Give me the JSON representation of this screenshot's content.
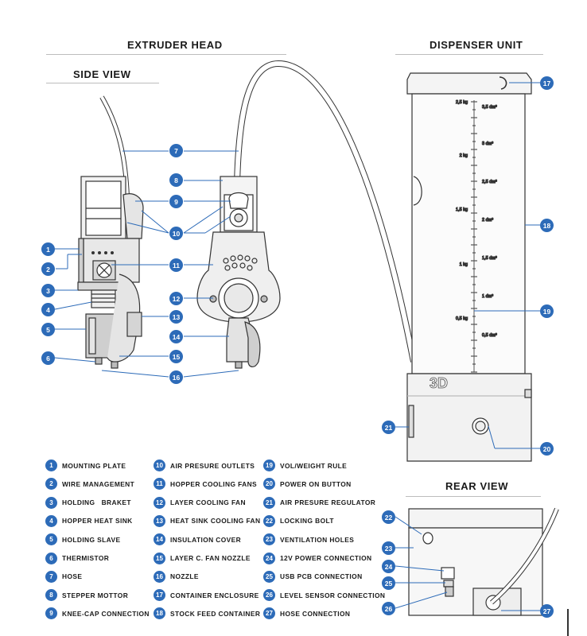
{
  "headers": {
    "extruder": "EXTRUDER HEAD",
    "side_view": "SIDE VIEW",
    "dispenser": "DISPENSER UNIT",
    "rear_view": "REAR VIEW"
  },
  "badges": [
    "1",
    "2",
    "3",
    "4",
    "5",
    "6",
    "7",
    "8",
    "9",
    "10",
    "11",
    "12",
    "13",
    "14",
    "15",
    "16",
    "17",
    "18",
    "19",
    "20",
    "21",
    "22",
    "23",
    "24",
    "25",
    "26",
    "27"
  ],
  "container_logo": "3D",
  "scale": {
    "weights": [
      "2,5 kg",
      "2 kg",
      "1,5 kg",
      "1 kg",
      "0,5 kg"
    ],
    "volumes": [
      "3,5 dm³",
      "3 dm³",
      "2,5 dm³",
      "2 dm³",
      "1,5 dm³",
      "1 dm³",
      "0,5 dm³"
    ]
  },
  "legend": [
    {
      "num": "1",
      "label": "MOUNTING PLATE"
    },
    {
      "num": "2",
      "label": "WIRE MANAGEMENT"
    },
    {
      "num": "3",
      "label": "HOLDING   BRAKET"
    },
    {
      "num": "4",
      "label": "HOPPER HEAT SINK"
    },
    {
      "num": "5",
      "label": "HOLDING SLAVE"
    },
    {
      "num": "6",
      "label": "THERMISTOR"
    },
    {
      "num": "7",
      "label": "HOSE"
    },
    {
      "num": "8",
      "label": "STEPPER MOTTOR"
    },
    {
      "num": "9",
      "label": "KNEE-CAP CONNECTION"
    },
    {
      "num": "10",
      "label": "AIR PRESURE OUTLETS"
    },
    {
      "num": "11",
      "label": "HOPPER COOLING FANS"
    },
    {
      "num": "12",
      "label": "LAYER COOLING FAN"
    },
    {
      "num": "13",
      "label": "HEAT SINK COOLING FAN"
    },
    {
      "num": "14",
      "label": "INSULATION COVER"
    },
    {
      "num": "15",
      "label": "LAYER C. FAN NOZZLE"
    },
    {
      "num": "16",
      "label": "NOZZLE"
    },
    {
      "num": "17",
      "label": "CONTAINER ENCLOSURE"
    },
    {
      "num": "18",
      "label": "STOCK FEED CONTAINER"
    },
    {
      "num": "19",
      "label": "VOL/WEIGHT RULE"
    },
    {
      "num": "20",
      "label": "POWER ON BUTTON"
    },
    {
      "num": "21",
      "label": "AIR PRESURE REGULATOR"
    },
    {
      "num": "22",
      "label": "LOCKING BOLT"
    },
    {
      "num": "23",
      "label": "VENTILATION HOLES"
    },
    {
      "num": "24",
      "label": "12V POWER CONNECTION"
    },
    {
      "num": "25",
      "label": "USB PCB CONNECTION"
    },
    {
      "num": "26",
      "label": "LEVEL SENSOR CONNECTION"
    },
    {
      "num": "27",
      "label": "HOSE CONNECTION"
    }
  ],
  "colors": {
    "badge": "#2d6bb8",
    "line": "#2d6bb8",
    "outline": "#333333",
    "fill_light": "#f2f2f2",
    "fill_mid": "#d9d9d9"
  }
}
